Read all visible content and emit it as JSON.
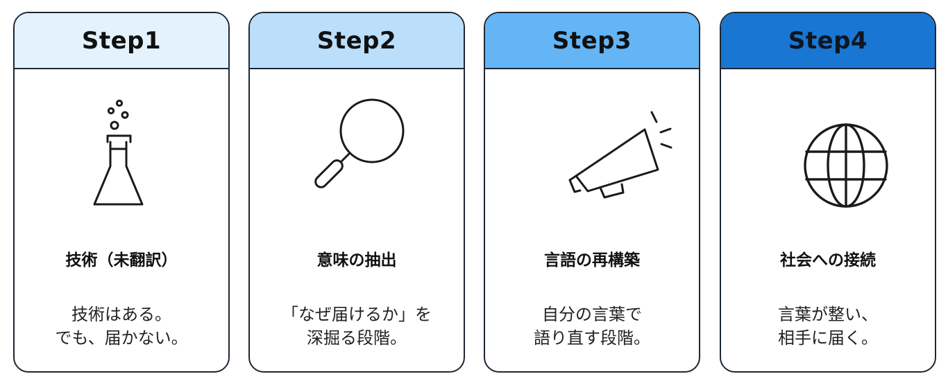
{
  "steps": [
    {
      "label": "Step1",
      "header_color": "#e3f2fd",
      "icon": "flask-icon",
      "title": "技術（未翻訳）",
      "desc_line1": "技術はある。",
      "desc_line2": "でも、届かない。"
    },
    {
      "label": "Step2",
      "header_color": "#bbdefb",
      "icon": "magnifier-icon",
      "title": "意味の抽出",
      "desc_line1": "「なぜ届けるか」を",
      "desc_line2": "深掘る段階。"
    },
    {
      "label": "Step3",
      "header_color": "#64b5f6",
      "icon": "megaphone-icon",
      "title": "言語の再構築",
      "desc_line1": "自分の言葉で",
      "desc_line2": "語り直す段階。"
    },
    {
      "label": "Step4",
      "header_color": "#1976d2",
      "icon": "globe-icon",
      "title": "社会への接続",
      "desc_line1": "言葉が整い、",
      "desc_line2": "相手に届く。"
    }
  ]
}
